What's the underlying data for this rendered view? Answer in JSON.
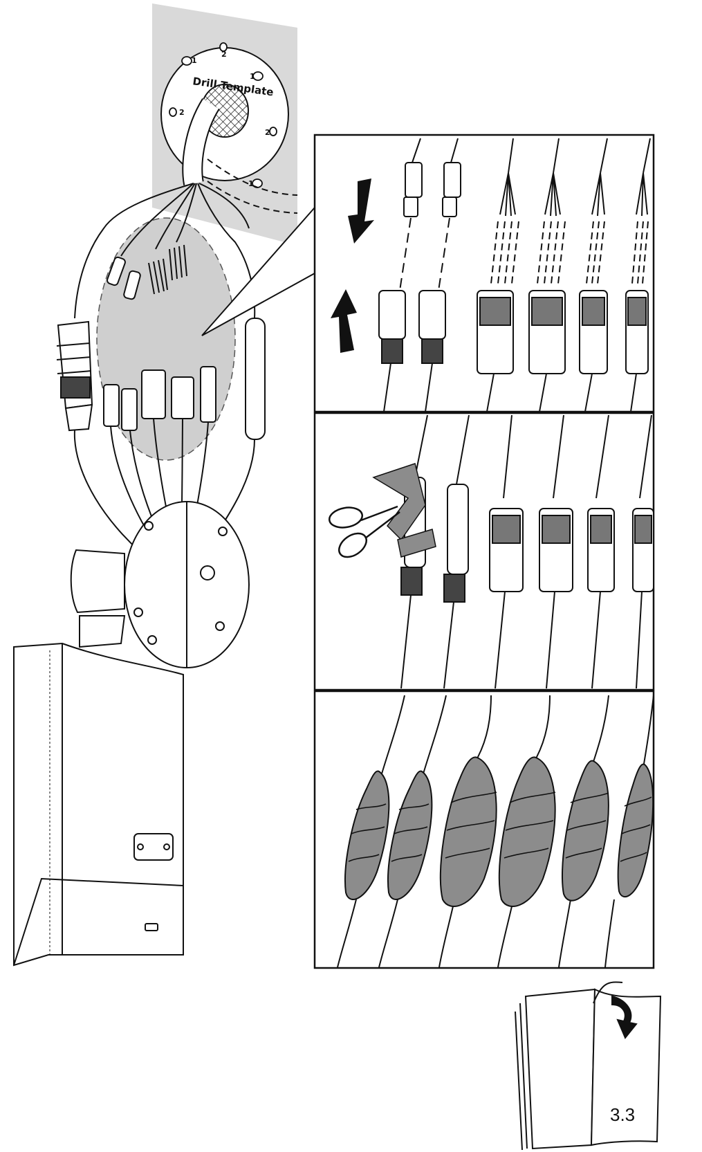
{
  "drill_template": {
    "title": "Drill Template",
    "hole_labels": [
      "1",
      "2",
      "1",
      "2",
      "2",
      "1"
    ]
  },
  "steps": [
    {
      "name": "connect-cables"
    },
    {
      "name": "cut-tape"
    },
    {
      "name": "wrap-connectors"
    }
  ],
  "next_page": {
    "label": "3.3",
    "icon": "open-book-icon"
  },
  "colors": {
    "line": "#111111",
    "wall": "#d9d9d9",
    "highlight": "#cfcfcf",
    "tape": "#8c8c8c"
  }
}
